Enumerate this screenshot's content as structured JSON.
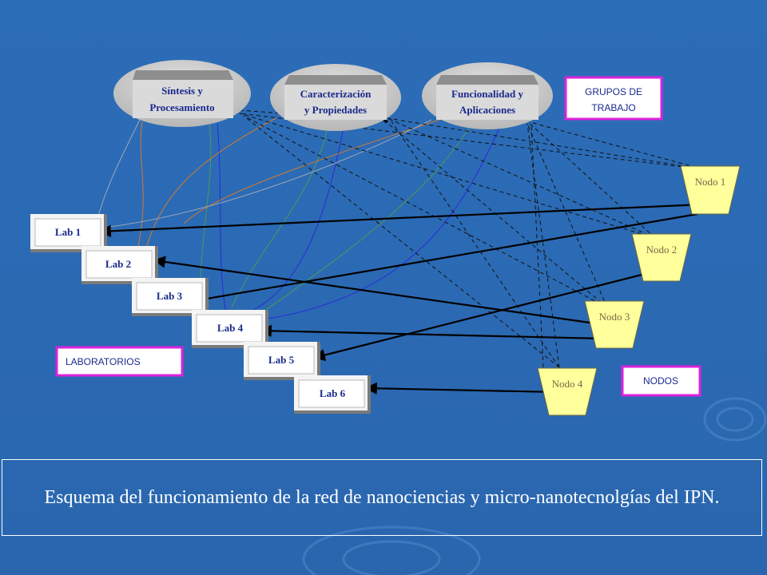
{
  "colors": {
    "background": "#2a6ab4",
    "dome": "#c8c8c8",
    "box_text": "#1a2a8c",
    "lab_text": "#1a2a8c",
    "legend_border": "#dd22dd",
    "node_fill": "#ffff9c",
    "node_text": "#7a6a4a",
    "arrow": "#000000"
  },
  "groups": [
    {
      "line1": "Síntesis y",
      "line2": "Procesamiento"
    },
    {
      "line1": "Caracterización",
      "line2": "y Propiedades"
    },
    {
      "line1": "Funcionalidad y",
      "line2": "Aplicaciones"
    }
  ],
  "labs": [
    "Lab 1",
    "Lab 2",
    "Lab 3",
    "Lab 4",
    "Lab 5",
    "Lab 6"
  ],
  "nodes": [
    "Nodo 1",
    "Nodo 2",
    "Nodo 3",
    "Nodo 4"
  ],
  "legends": {
    "groups_line1": "GRUPOS DE",
    "groups_line2": "TRABAJO",
    "labs": "LABORATORIOS",
    "nodes": "NODOS"
  },
  "caption": "Esquema del funcionamiento de la red de nanociencias y micro-nanotecnolgías del IPN."
}
